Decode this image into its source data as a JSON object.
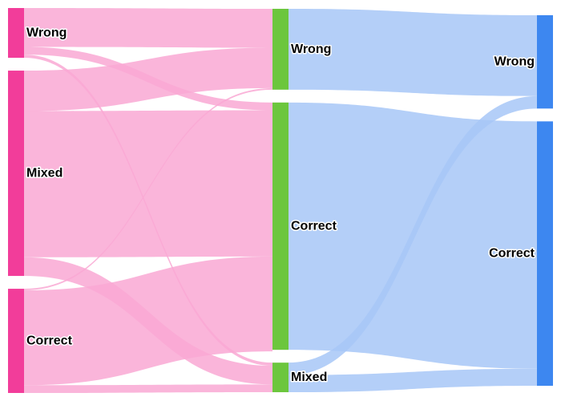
{
  "chart_data": {
    "type": "sankey",
    "title": "",
    "stages": [
      {
        "color": "#f23d9a",
        "link_color": "#f9a8d4",
        "nodes": [
          {
            "id": "s1-wrong",
            "label": "Wrong",
            "value": 32
          },
          {
            "id": "s1-mixed",
            "label": "Mixed",
            "value": 132
          },
          {
            "id": "s1-correct",
            "label": "Correct",
            "value": 67
          }
        ]
      },
      {
        "color": "#6cc63d",
        "link_color": "#a7c7f7",
        "nodes": [
          {
            "id": "s2-wrong",
            "label": "Wrong",
            "value": 52
          },
          {
            "id": "s2-correct",
            "label": "Correct",
            "value": 159
          },
          {
            "id": "s2-mixed",
            "label": "Mixed",
            "value": 19
          }
        ]
      },
      {
        "color": "#3d87f0",
        "nodes": [
          {
            "id": "s3-wrong",
            "label": "Wrong",
            "value": 60
          },
          {
            "id": "s3-correct",
            "label": "Correct",
            "value": 170
          }
        ]
      }
    ],
    "links": [
      {
        "source": "s1-wrong",
        "target": "s2-wrong",
        "value": 25
      },
      {
        "source": "s1-wrong",
        "target": "s2-correct",
        "value": 5
      },
      {
        "source": "s1-wrong",
        "target": "s2-mixed",
        "value": 2
      },
      {
        "source": "s1-mixed",
        "target": "s2-wrong",
        "value": 26
      },
      {
        "source": "s1-mixed",
        "target": "s2-correct",
        "value": 94
      },
      {
        "source": "s1-mixed",
        "target": "s2-mixed",
        "value": 12
      },
      {
        "source": "s1-correct",
        "target": "s2-wrong",
        "value": 1
      },
      {
        "source": "s1-correct",
        "target": "s2-correct",
        "value": 61
      },
      {
        "source": "s1-correct",
        "target": "s2-mixed",
        "value": 5
      },
      {
        "source": "s2-wrong",
        "target": "s3-wrong",
        "value": 52
      },
      {
        "source": "s2-correct",
        "target": "s3-correct",
        "value": 159
      },
      {
        "source": "s2-mixed",
        "target": "s3-wrong",
        "value": 8
      },
      {
        "source": "s2-mixed",
        "target": "s3-correct",
        "value": 11
      }
    ]
  }
}
